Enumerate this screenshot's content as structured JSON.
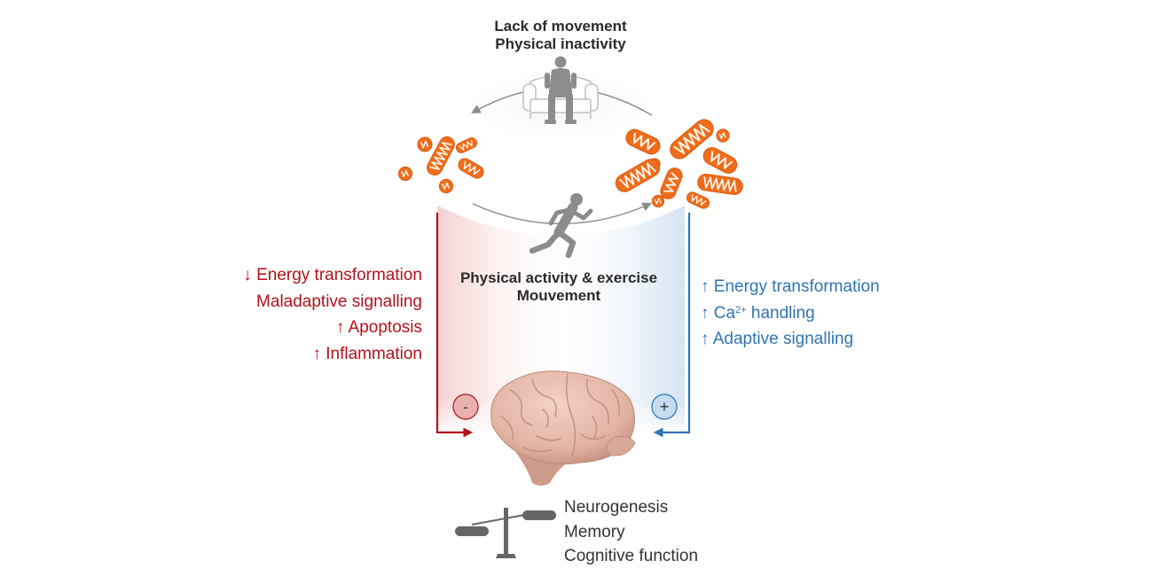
{
  "top_label": {
    "line1": "Lack of movement",
    "line2": "Physical inactivity"
  },
  "middle_label": {
    "line1": "Physical activity & exercise",
    "line2": "Mouvement"
  },
  "negative_effects": [
    "↓ Energy transformation",
    "Maladaptive signalling",
    "↑ Apoptosis",
    "↑ Inflammation"
  ],
  "positive_effects": {
    "item1": "↑ Energy transformation",
    "item2_prefix": "↑ Ca",
    "item2_sup": "2+",
    "item2_suffix": " handling",
    "item3": "↑ Adaptive signalling"
  },
  "badges": {
    "negative": "-",
    "positive": "+"
  },
  "outcomes": [
    "Neurogenesis",
    "Memory",
    "Cognitive function"
  ],
  "colors": {
    "negative": "#b3121a",
    "positive": "#2f74b3",
    "mitochondria": "#ef6c1a",
    "silhouette": "#8c8c8c",
    "brain": "#e2b3a4"
  }
}
